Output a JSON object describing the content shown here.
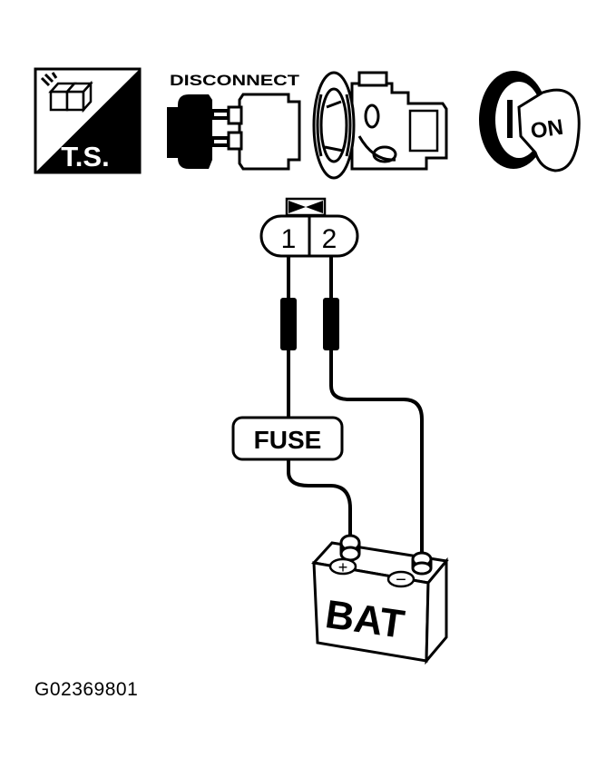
{
  "icons": {
    "ts": {
      "label": "T.S.",
      "icon": "troubleshoot-icon"
    },
    "disconnect": {
      "label": "DISCONNECT",
      "icon": "disconnect-connector-icon"
    },
    "engine": {
      "icon": "engine-off-icon"
    },
    "ignition": {
      "label": "ON",
      "icon": "ignition-key-on-icon"
    }
  },
  "connector": {
    "pin1": "1",
    "pin2": "2"
  },
  "fuse": {
    "label": "FUSE"
  },
  "battery": {
    "label": "BAT",
    "positive": "+",
    "negative": "−"
  },
  "caption": "G02369801",
  "colors": {
    "ink": "#000000",
    "paper": "#ffffff"
  }
}
